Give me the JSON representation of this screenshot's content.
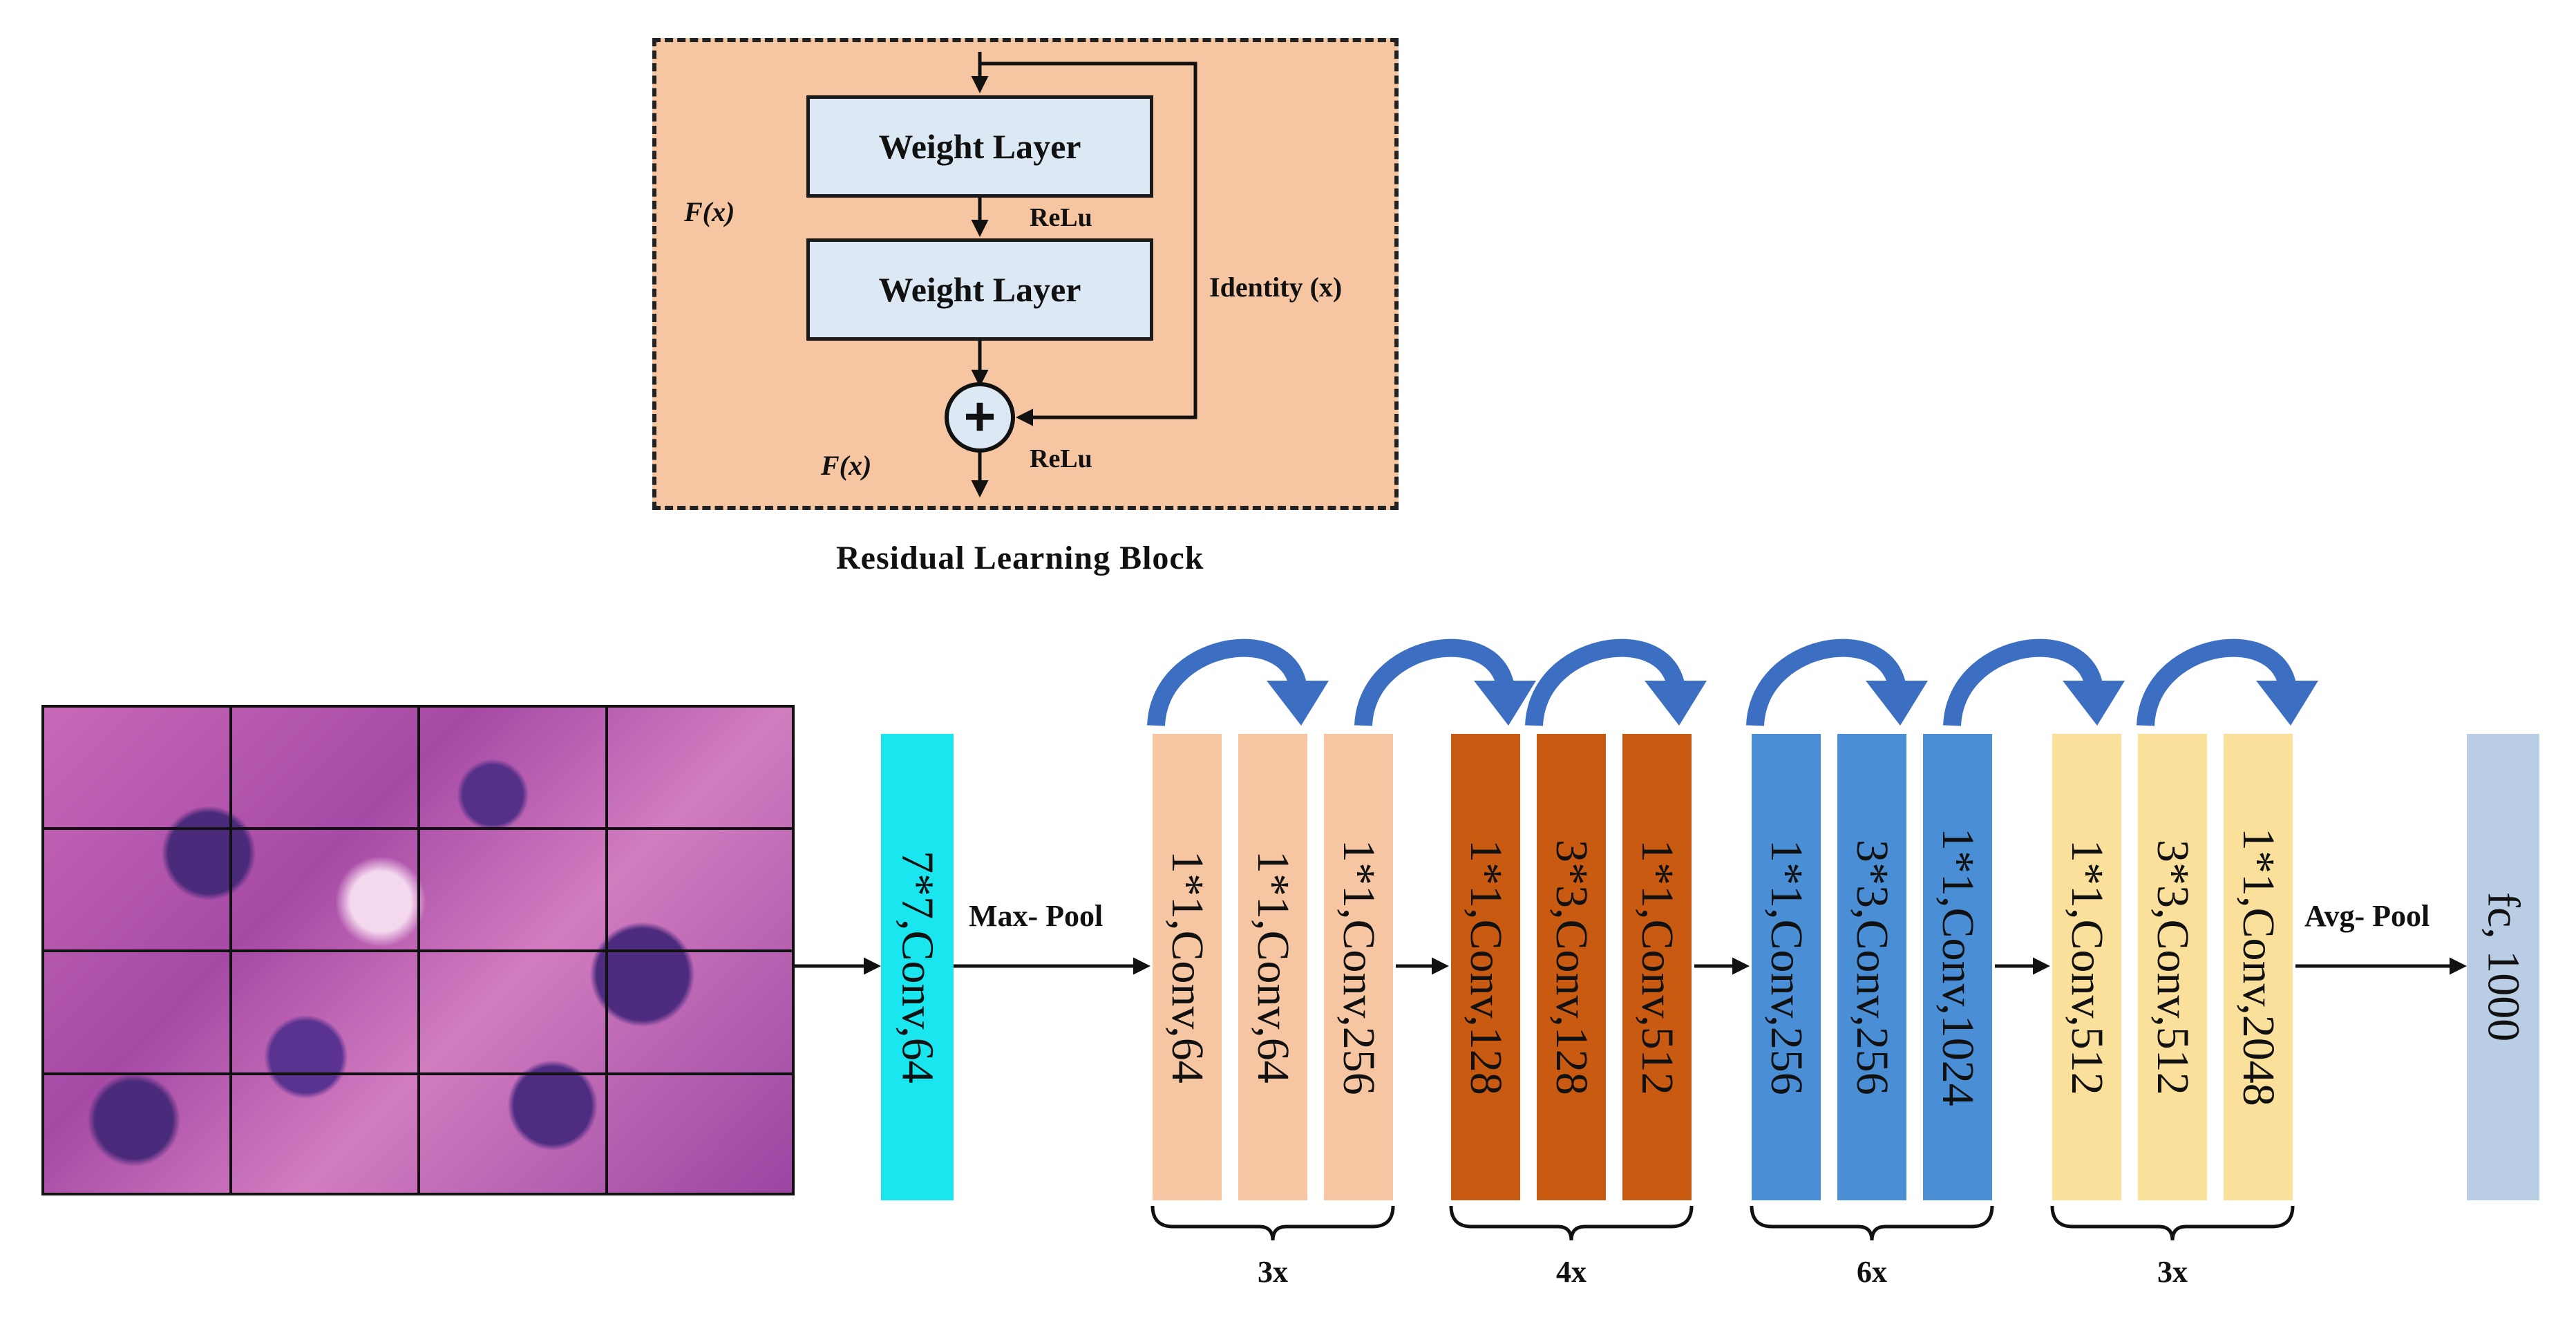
{
  "residual_block": {
    "weight_layer_1": "Weight Layer",
    "weight_layer_2": "Weight Layer",
    "relu_1": "ReLu",
    "relu_2": "ReLu",
    "fx_1": "F(x)",
    "fx_2": "F(x)",
    "identity": "Identity (x)",
    "plus": "+",
    "caption": "Residual Learning Block"
  },
  "network": {
    "input_conv": "7*7,Conv,64",
    "max_pool": "Max- Pool",
    "avg_pool": "Avg- Pool",
    "fc": "fc, 1000",
    "stages": [
      {
        "color": "#f6c6a3",
        "repeat": "3x",
        "layers": [
          "1*1,Conv,64",
          "1*1,Conv,64",
          "1*1,Conv,256"
        ]
      },
      {
        "color": "#c85a12",
        "repeat": "4x",
        "layers": [
          "1*1,Conv,128",
          "3*3,Conv,128",
          "1*1,Conv,512"
        ]
      },
      {
        "color": "#4a8fd6",
        "repeat": "6x",
        "layers": [
          "1*1,Conv,256",
          "3*3,Conv,256",
          "1*1,Conv,1024"
        ]
      },
      {
        "color": "#fbe09c",
        "repeat": "3x",
        "layers": [
          "1*1,Conv,512",
          "3*3,Conv,512",
          "1*1,Conv,2048"
        ]
      }
    ],
    "skip_arrow_color": "#3c6fc2"
  }
}
